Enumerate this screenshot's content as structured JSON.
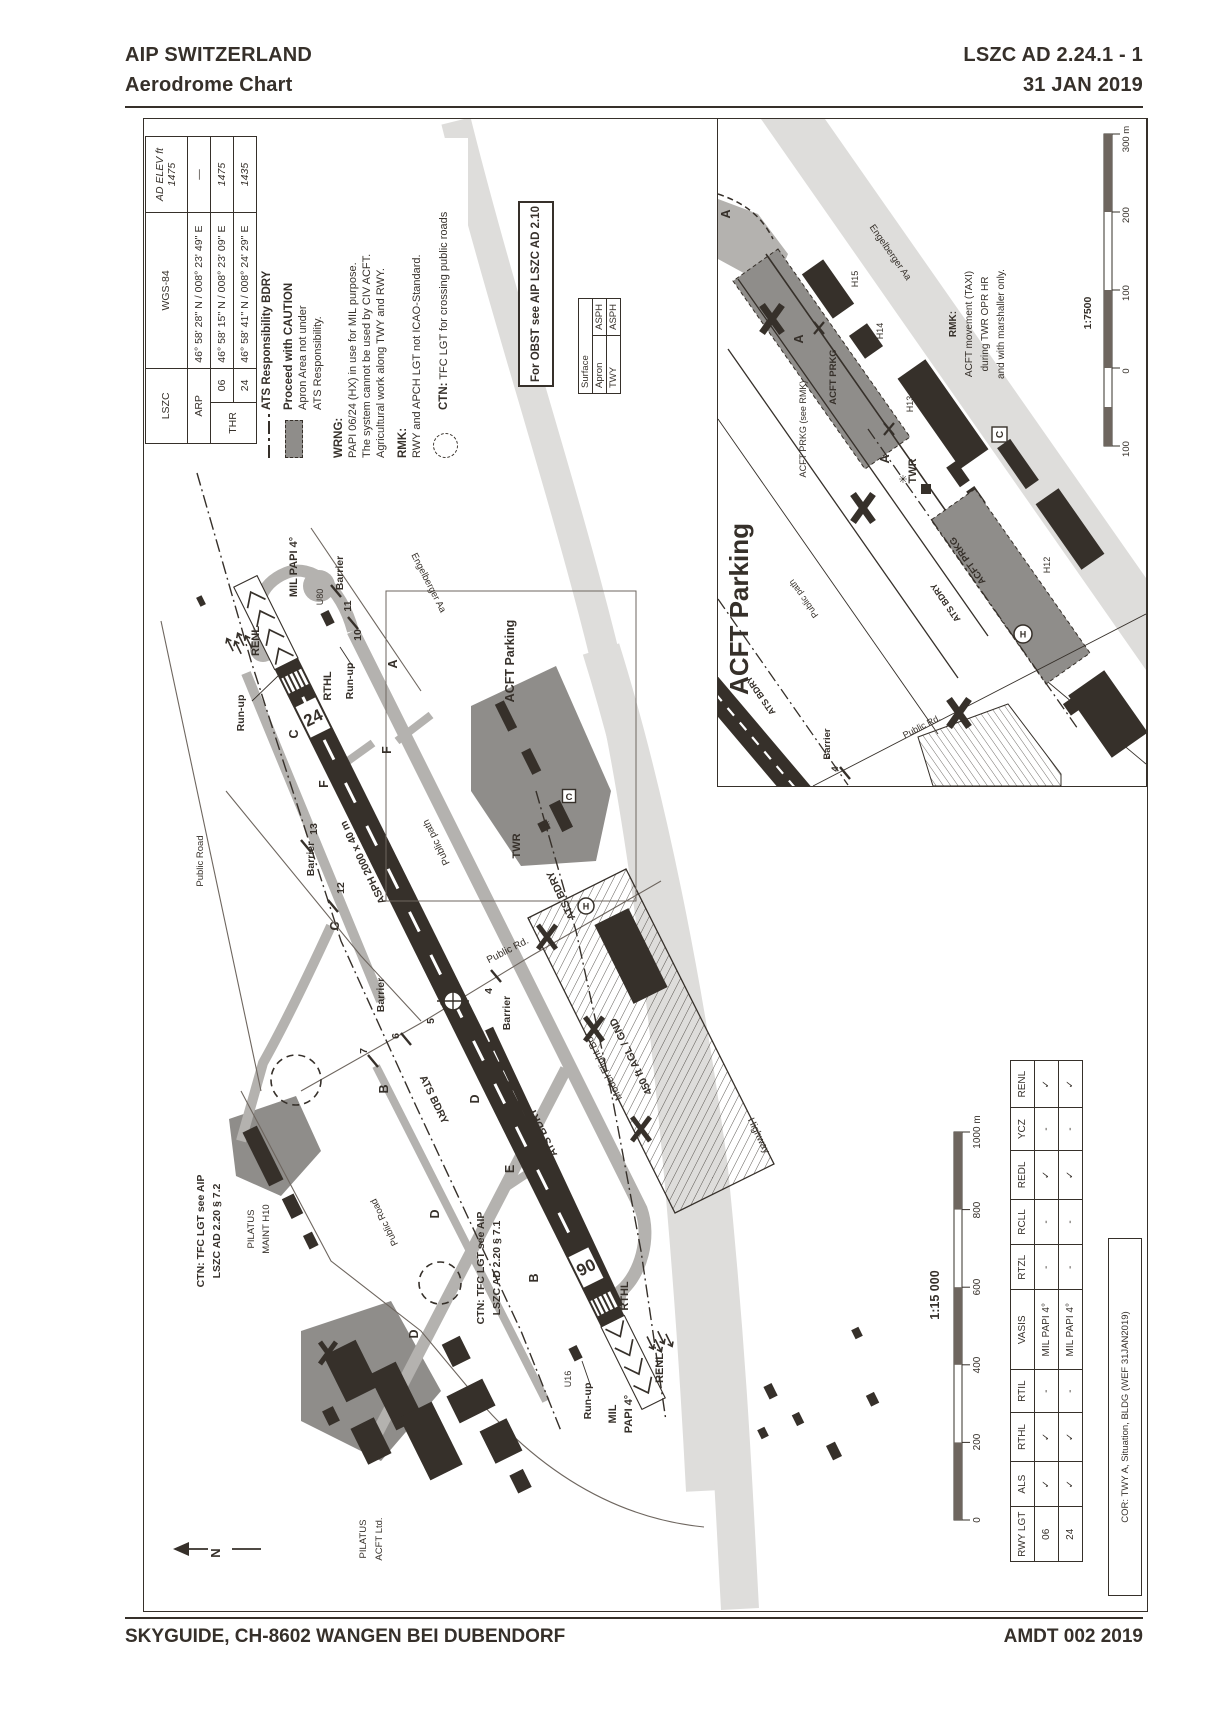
{
  "header": {
    "publication": "AIP SWITZERLAND",
    "title": "Aerodrome Chart",
    "page_ref": "LSZC AD 2.24.1 - 1",
    "date": "31 JAN 2019"
  },
  "footer": {
    "publisher": "SKYGUIDE, CH-8602 WANGEN BEI DUBENDORF",
    "amendment": "AMDT 002 2019"
  },
  "cor_note": "COR: TWY A, Situation, BLDG (WEF 31JAN2019)",
  "info_table": {
    "airport_code": "LSZC",
    "datum": "WGS-84",
    "elev_header": "AD ELEV ft 1475",
    "rows": [
      {
        "label": "ARP",
        "rwy": "",
        "coords": "46° 58' 28'' N / 008° 23' 49'' E",
        "elev": "—"
      },
      {
        "label": "THR",
        "rwy": "06",
        "coords": "46° 58' 15'' N / 008° 23' 09'' E",
        "elev": "1475"
      },
      {
        "label": "THR",
        "rwy": "24",
        "coords": "46° 58' 41'' N / 008° 24' 29'' E",
        "elev": "1435"
      }
    ]
  },
  "legend": {
    "bdry": "ATS Responsibility BDRY",
    "caution_title": "Proceed with CAUTION",
    "caution_l1": "Apron Area not under",
    "caution_l2": "ATS Responsibility.",
    "wrng_title": "WRNG:",
    "wrng_l1": "PAPI 06/24 (HX) in use for MIL purpose.",
    "wrng_l2": "The system cannot be used by CIV ACFT.",
    "wrng_l3": "Agricultural work along TWY and RWY.",
    "rmk_title": "RMK:",
    "rmk_l1": "RWY and APCH LGT not ICAO-Standard.",
    "ctn_title": "CTN:",
    "ctn_text": "TFC LGT for crossing public roads"
  },
  "obst_note": "For OBST see AIP LSZC AD 2.10",
  "surface_table": {
    "title": "Surface",
    "rows": [
      {
        "name": "Apron",
        "value": "ASPH"
      },
      {
        "name": "TWY",
        "value": "ASPH"
      }
    ]
  },
  "inset": {
    "title": "ACFT Parking",
    "river": "Engelberger Aa",
    "rmk_title": "RMK:",
    "rmk_l1": "ACFT movement (TAXI)",
    "rmk_l2": "during TWR OPR HR",
    "rmk_l3": "and with marshaller only.",
    "a1": "A",
    "a2": "A",
    "a3": "A",
    "prkg1": "ACFT PRKG",
    "prkg_see": "ACFT PRKG (see RMK)",
    "prkg2": "ACFT PRKG",
    "h15": "H15",
    "h14": "H14",
    "h13": "H13",
    "h12": "H12",
    "twr": "TWR",
    "c_box": "C",
    "h_spot": "H",
    "ats1": "ATS BDRY",
    "ats2": "ATS BDRY",
    "path": "Public path",
    "rd": "Public Rd.",
    "barrier": "Barrier",
    "barrier_no": "4"
  },
  "inset_scale": {
    "ratio": "1:7500",
    "t300": "300 m",
    "t200": "200",
    "t100": "100",
    "t0": "0",
    "t100b": "100"
  },
  "main_scale": {
    "ratio": "1:15 000",
    "t0": "0",
    "t200": "200",
    "t400": "400",
    "t600": "600",
    "t800": "800",
    "t1000": "1000 m"
  },
  "map": {
    "labels": {
      "mil_papi_24": "MIL PAPI 4°",
      "renl_24": "RENL",
      "rthl_24": "RTHL",
      "runup_24a": "Run-up",
      "runup_24b": "Run-up",
      "u80": "U80",
      "barrier_n": "Barrier",
      "b11": "11",
      "b10": "10",
      "a": "A",
      "f1": "F",
      "f2": "F",
      "c1": "C",
      "c2": "C",
      "barrier_w": "Barrier",
      "b13": "13",
      "b12": "12",
      "rwy_dim": "ASPH   2000 x 40 m",
      "public_path": "Public path",
      "twr": "TWR",
      "ats1": "ATS BDRY",
      "ats2": "ATS BDRY",
      "ats3": "ATS BDRY",
      "acft_parking": "ACFT Parking",
      "h_spot": "H",
      "c_box": "C",
      "public_rd": "Public Rd.",
      "barrier_s": "Barrier",
      "b4": "4",
      "barrier_sw": "Barrier",
      "b5": "5",
      "b6": "6",
      "b7": "7",
      "river": "Engelberger Aa",
      "model_box": "Model Flight Box",
      "model_alt": "450 ft AGL / GND",
      "highway": "Highway",
      "ctn72a": "CTN: TFC LGT see AIP",
      "ctn72b": "LSZC AD 2.20 § 7.2",
      "pilatus_m1": "PILATUS",
      "pilatus_m2": "MAINT H10",
      "public_road1": "Public Road",
      "public_road2": "Public Road",
      "b_lbl1": "B",
      "b_lbl2": "B",
      "d1": "D",
      "d2": "D",
      "d3": "D",
      "e": "E",
      "ctn71a": "CTN: TFC LGT see AIP",
      "ctn71b": "LSZC AD 2.20 § 7.1",
      "thr24": "24",
      "thr06": "06",
      "rthl_06": "RTHL",
      "renl_06": "RENL",
      "mil1": "MIL",
      "mil2": "PAPI 4°",
      "runup_06": "Run-up",
      "u16": "U16",
      "pilatus1": "PILATUS",
      "pilatus2": "ACFT Ltd.",
      "north": "N"
    }
  },
  "rwy_lgt_table": {
    "headers": [
      "RWY LGT",
      "ALS",
      "RTHL",
      "RTIL",
      "VASIS",
      "RTZL",
      "RCLL",
      "REDL",
      "YCZ",
      "RENL"
    ],
    "rows": [
      [
        "06",
        "✓",
        "✓",
        "-",
        "MIL PAPI 4°",
        "-",
        "-",
        "✓",
        "-",
        "✓"
      ],
      [
        "24",
        "✓",
        "✓",
        "-",
        "MIL PAPI 4°",
        "-",
        "-",
        "✓",
        "-",
        "✓"
      ]
    ]
  }
}
